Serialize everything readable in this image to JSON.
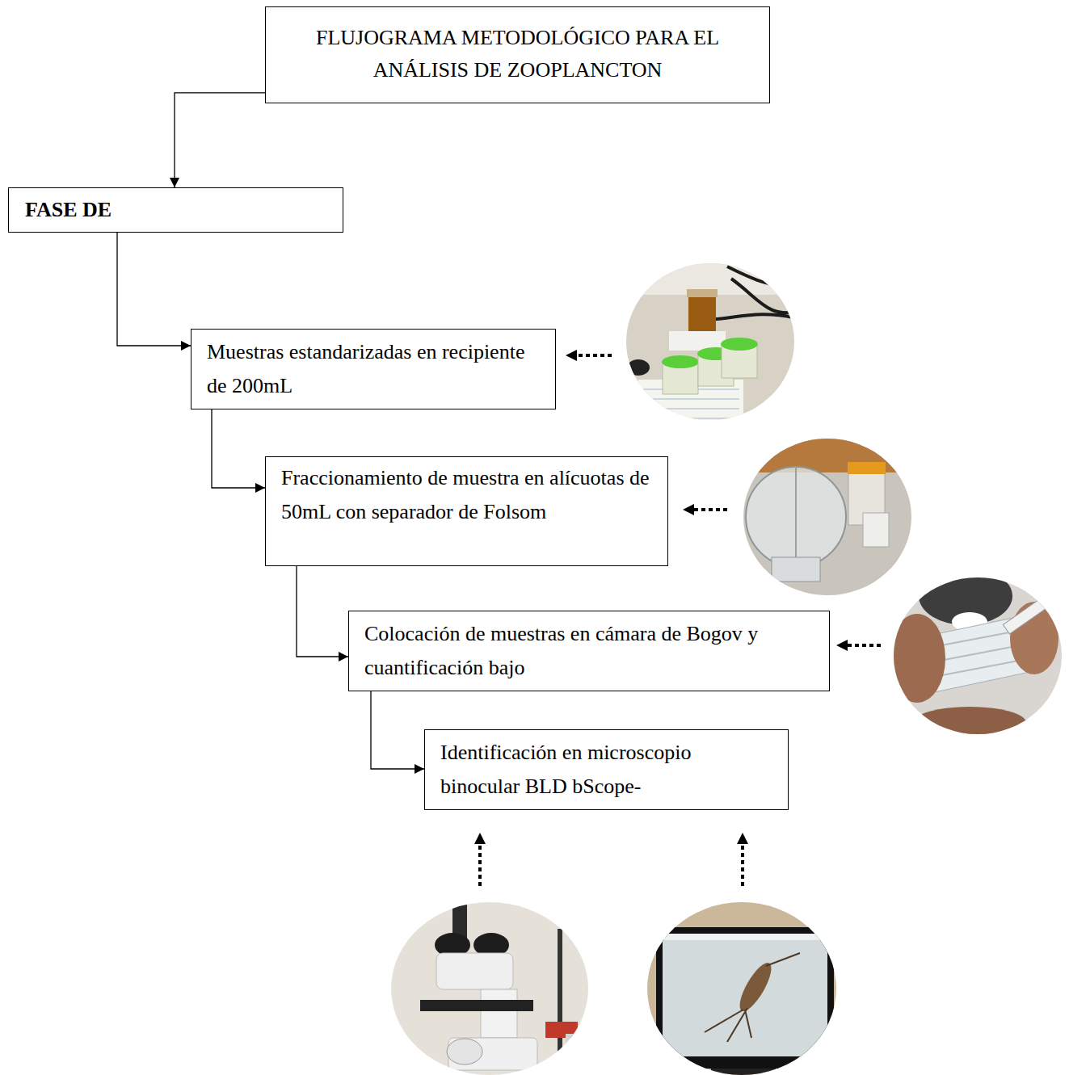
{
  "diagram": {
    "nodes": [
      {
        "text": [
          "FLUJOGRAMA METODOLÓGICO PARA EL ANÁLISIS DE ZOOPLANCTON"
        ]
      },
      {
        "text": [
          "FASE DE"
        ]
      },
      {
        "text": [
          "Muestras estandarizadas en recipiente de 200mL"
        ]
      },
      {
        "text": [
          "Fraccionamiento de muestra en alícuotas de 50mL con separador de Folsom"
        ]
      },
      {
        "text": [
          "Colocación de muestras en cámara de Bogov y cuantificación bajo"
        ]
      },
      {
        "text": [
          "Identificación en microscopio binocular BLD bScope-"
        ]
      }
    ],
    "edges": [
      {
        "from": 0,
        "to": 1,
        "arrow": "to"
      },
      {
        "from": 1,
        "to": 2,
        "arrow": "to"
      },
      {
        "from": 2,
        "to": 3,
        "arrow": "to"
      },
      {
        "from": 3,
        "to": 4,
        "arrow": "to"
      },
      {
        "from": 4,
        "to": 5,
        "arrow": "to"
      }
    ]
  }
}
